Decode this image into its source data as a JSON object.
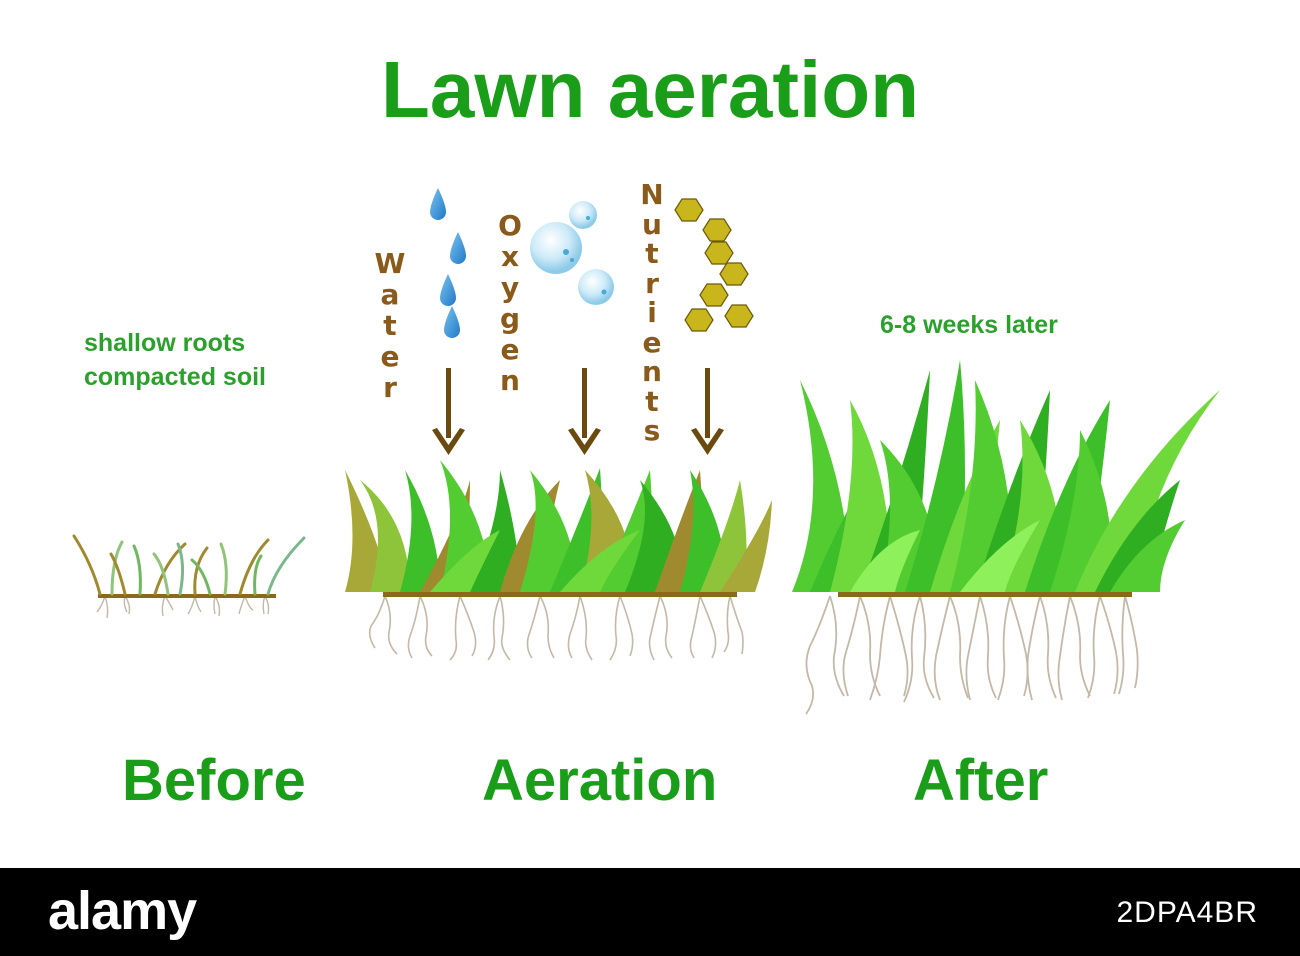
{
  "title": "Lawn aeration",
  "notes": {
    "before_line1": "shallow roots",
    "before_line2": "compacted soil",
    "after": "6-8 weeks later"
  },
  "inputs": [
    {
      "label": "Water",
      "icon": "water-drop-icon",
      "color": "#3a8fd6"
    },
    {
      "label": "Oxygen",
      "icon": "oxygen-bubble-icon",
      "color": "#a8d8f0"
    },
    {
      "label": "Nutrients",
      "icon": "nutrient-hexagon-icon",
      "color": "#c8b41a"
    }
  ],
  "stages": {
    "before": "Before",
    "aeration": "Aeration",
    "after": "After"
  },
  "colors": {
    "title_green": "#1a9e1a",
    "text_brown": "#8a5a1a",
    "grass_green": "#3dbf2a",
    "dry_grass": "#a08a30",
    "root": "#b8a898",
    "soil_line": "#8a6a1a"
  },
  "watermark": {
    "brand": "alamy",
    "image_code": "2DPA4BR"
  }
}
